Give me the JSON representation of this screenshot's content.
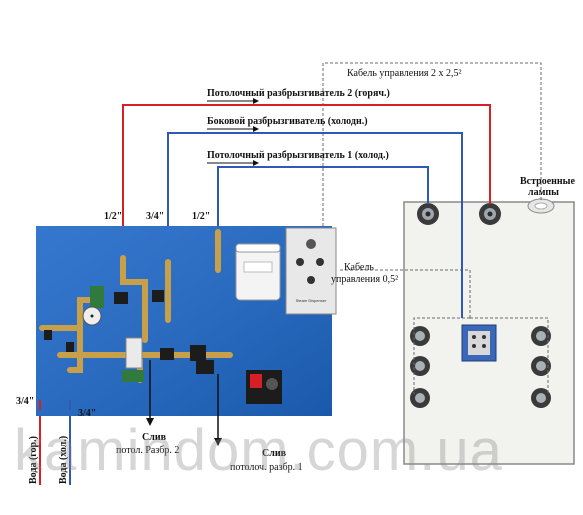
{
  "labels": {
    "cable_control_main": "Кабель управления 2 х 2,5²",
    "ceiling_sprayer_2_hot": "Потолочный разбрызгиватель 2 (горяч.)",
    "side_sprayer_cold": "Боковой разбрызгиватель (холодн.)",
    "ceiling_sprayer_1_cold": "Потолочный разбрызгиватель 1 (холод.)",
    "built_in_lamps_line1": "Встроенные",
    "built_in_lamps_line2": "лампы",
    "cable_control_small_line1": "Кабель",
    "cable_control_small_line2": "управления 0,5²",
    "size_half_a": "1/2\"",
    "size_three_quarter_a": "3/4\"",
    "size_half_b": "1/2\"",
    "size_three_quarter_left": "3/4\"",
    "size_three_quarter_bottom": "3/4\"",
    "water_hot": "Вода (гор.)",
    "water_cold": "Вода (хол.)",
    "drain_1_title": "Слив",
    "drain_1_sub": "потол. Разбр. 2",
    "drain_2_title": "Слив",
    "drain_2_sub": "потолоч. разбр. 1",
    "panel_sticker": "Steam Dispenser"
  },
  "watermark": "kamindom.com.ua",
  "colors": {
    "hot_pipe": "#d81f26",
    "cold_pipe": "#2f58b8",
    "panel_blue": "#1e68c8",
    "brass": "#c9a04a",
    "cable_dash": "#6b6b6b"
  }
}
